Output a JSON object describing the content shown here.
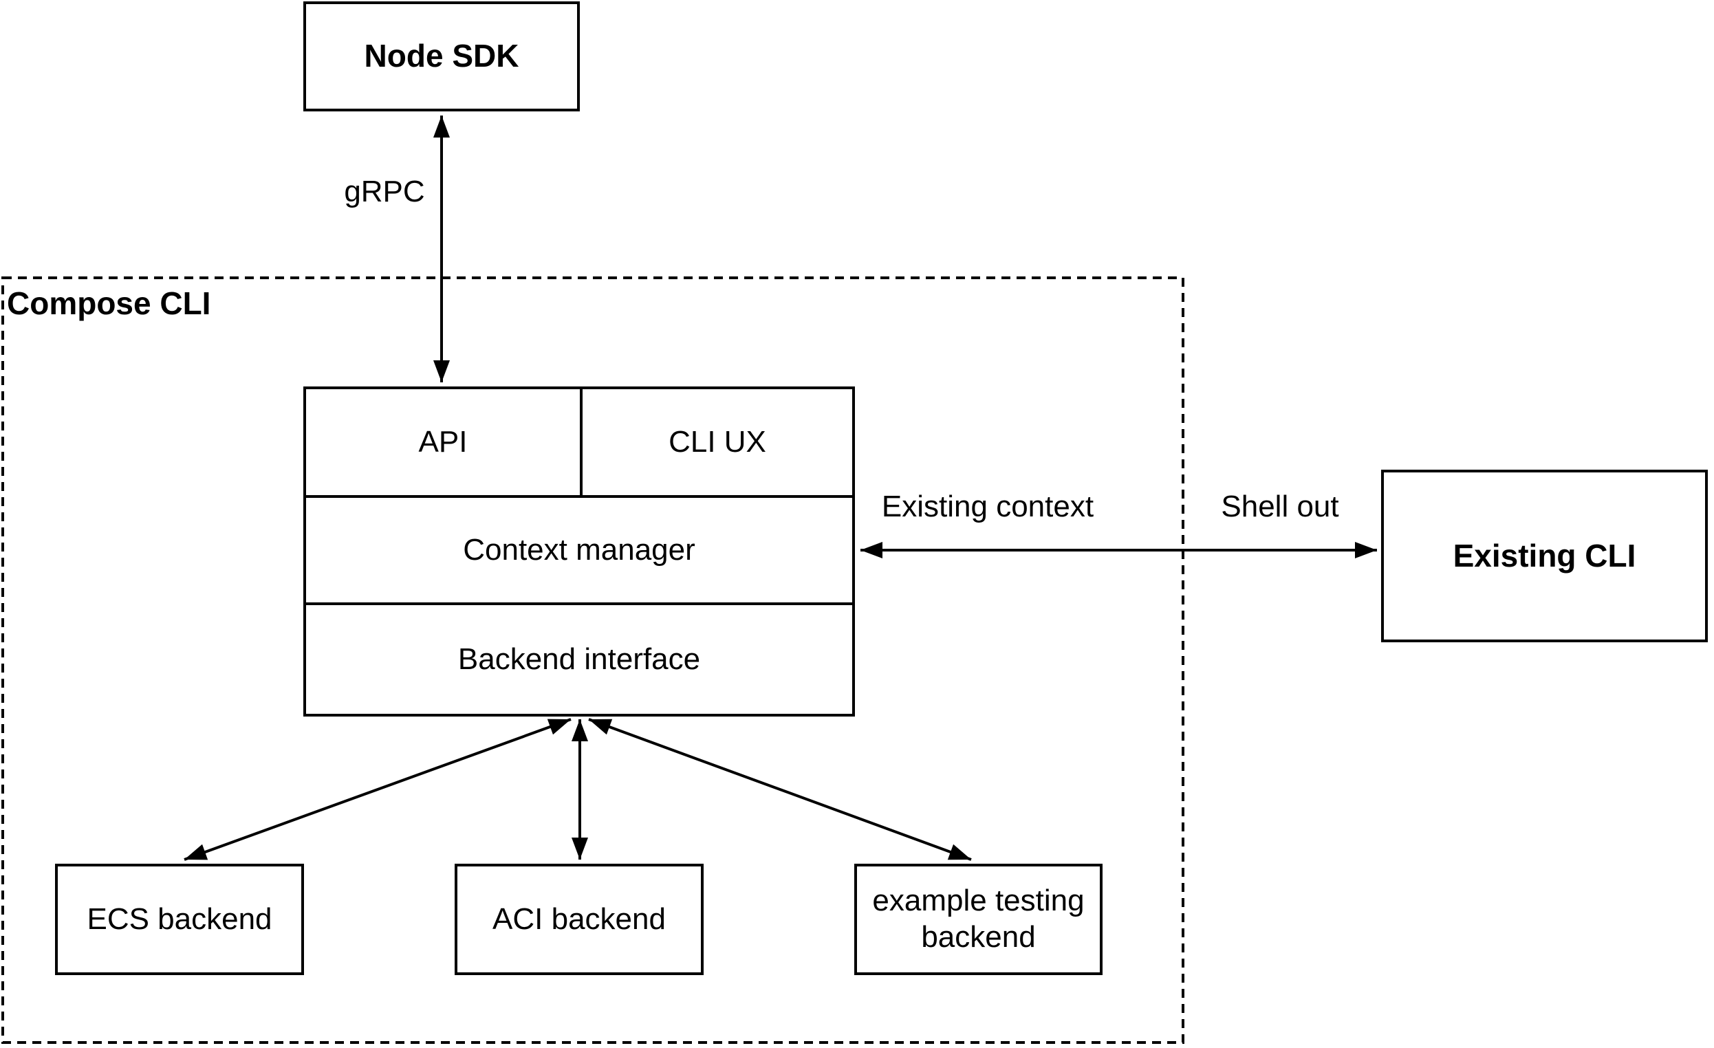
{
  "diagram": {
    "nodes": {
      "node_sdk": "Node SDK",
      "compose_cli": "Compose CLI",
      "api": "API",
      "cli_ux": "CLI UX",
      "context_manager": "Context manager",
      "backend_interface": "Backend interface",
      "ecs_backend": "ECS backend",
      "aci_backend": "ACI backend",
      "example_testing_backend": "example testing backend",
      "existing_cli": "Existing CLI"
    },
    "edge_labels": {
      "grpc": "gRPC",
      "existing_context": "Existing context",
      "shell_out": "Shell out"
    },
    "colors": {
      "stroke": "#000000",
      "fill": "#ffffff",
      "background": "#ffffff"
    }
  }
}
